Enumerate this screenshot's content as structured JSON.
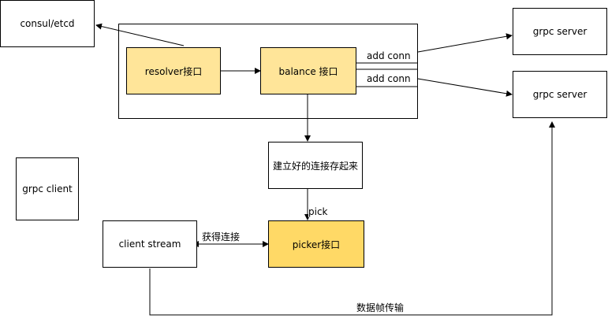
{
  "nodes": {
    "consul": "consul/etcd",
    "resolver": "resolver接口",
    "balance": "balance 接口",
    "server1": "grpc server",
    "server2": "grpc server",
    "store": "建立好的连接存起来",
    "grpc_client": "grpc client",
    "client_stream": "client stream",
    "picker": "picker接口"
  },
  "conn_rows": [
    "add conn",
    "add conn"
  ],
  "edge_labels": {
    "pick": "pick",
    "get_conn": "获得连接",
    "transfer": "数据帧传输"
  }
}
